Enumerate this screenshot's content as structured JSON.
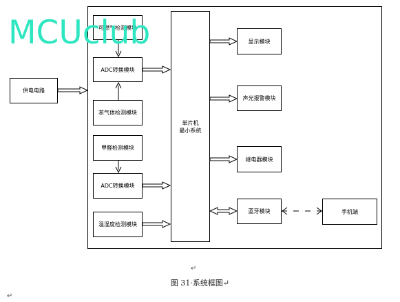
{
  "watermark": "MCUclub",
  "blocks": {
    "power": "供电电路",
    "combustible_gas": "可燃气检测模块",
    "adc_top": "ADC转换模块",
    "benzene": "苯气体检测模块",
    "formaldehyde": "甲醛检测模块",
    "adc_bottom": "ADC转换模块",
    "temp_humidity": "温湿度检测模块",
    "mcu_line1": "单片机",
    "mcu_line2": "最小系统",
    "display": "显示模块",
    "alarm": "声光报警模块",
    "relay": "继电器模块",
    "bluetooth": "蓝牙模块",
    "phone": "手机端"
  },
  "caption": "图 31·系统框图↵",
  "marks": {
    "return_mark": "↵"
  }
}
